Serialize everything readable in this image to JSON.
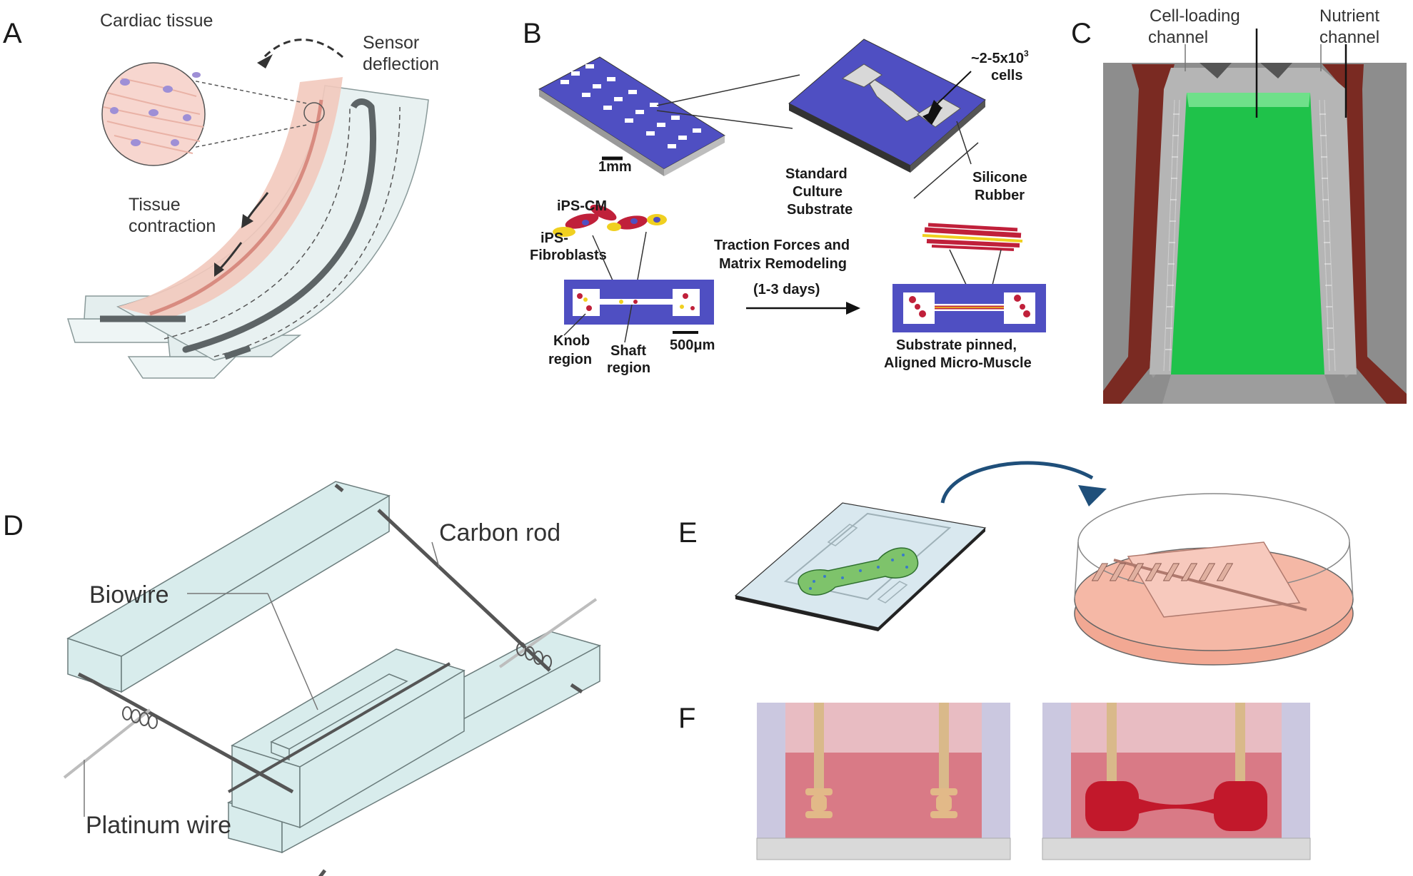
{
  "panels": {
    "A": {
      "label": "A",
      "cardiac_tissue": "Cardiac tissue",
      "sensor_line1": "Sensor",
      "sensor_line2": "deflection",
      "tissue_line1": "Tissue",
      "tissue_line2": "contraction"
    },
    "B": {
      "label": "B",
      "scale_1mm": "1mm",
      "cells_line1": "~2-5x10",
      "cells_exp": "3",
      "cells_line2": "cells",
      "standard_line1": "Standard",
      "standard_line2": "Culture",
      "standard_line3": "Substrate",
      "silicone_line1": "Silicone",
      "silicone_line2": "Rubber",
      "ipscm": "iPS-CM",
      "ipsfib_line1": "iPS-",
      "ipsfib_line2": "Fibroblasts",
      "traction_line1": "Traction Forces and",
      "traction_line2": "Matrix Remodeling",
      "days": "(1-3 days)",
      "knob_line1": "Knob",
      "knob_line2": "region",
      "shaft_line1": "Shaft",
      "shaft_line2": "region",
      "scale_500": "500μm",
      "pinned_line1": "Substrate pinned,",
      "pinned_line2": "Aligned Micro-Muscle"
    },
    "C": {
      "label": "C",
      "cell_loading_line1": "Cell-loading",
      "cell_loading_line2": "channel",
      "nutrient_line1": "Nutrient",
      "nutrient_line2": "channel"
    },
    "D": {
      "label": "D",
      "carbon_rod": "Carbon rod",
      "biowire": "Biowire",
      "platinum_wire": "Platinum wire"
    },
    "E": {
      "label": "E"
    },
    "F": {
      "label": "F"
    }
  },
  "colors": {
    "tissue_pink": "#f2c9bd",
    "substrate_blue": "#4f4fc2",
    "channel_green": "#1fc24a",
    "channel_red": "#7a2a22",
    "acrylic": "#d8ecec",
    "dish_salmon": "#f2a893",
    "medium_red": "#d97a86"
  }
}
